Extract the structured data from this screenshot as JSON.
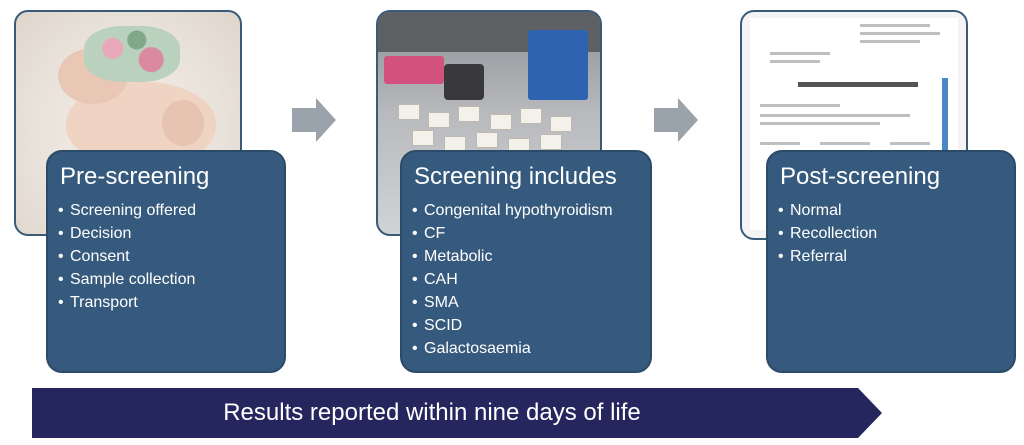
{
  "stages": [
    {
      "title": "Pre-screening",
      "items": [
        "Screening offered",
        "Decision",
        "Consent",
        "Sample collection",
        "Transport"
      ]
    },
    {
      "title": "Screening includes",
      "items": [
        "Congenital hypothyroidism",
        "CF",
        "Metabolic",
        "CAH",
        "SMA",
        "SCID",
        "Galactosaemia"
      ]
    },
    {
      "title": "Post-screening",
      "items": [
        "Normal",
        "Recollection",
        "Referral"
      ]
    }
  ],
  "timeline": {
    "label": "Results reported within nine days of life"
  },
  "colors": {
    "card": "#365a7d",
    "arrow": "#9aa3ab",
    "timeline": "#26265f",
    "text": "#ffffff"
  }
}
